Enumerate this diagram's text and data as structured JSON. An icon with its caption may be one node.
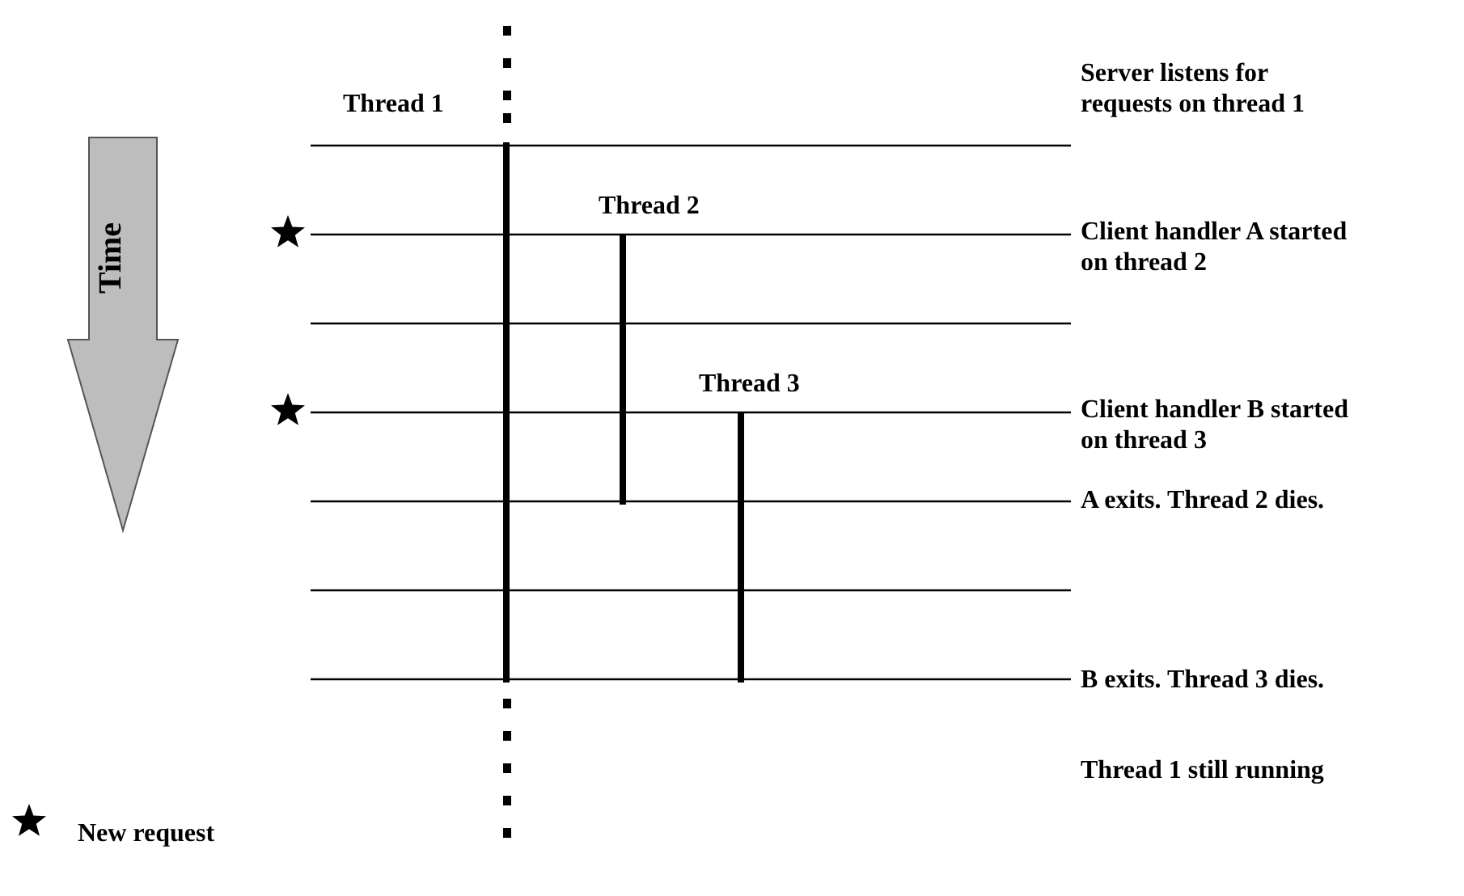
{
  "diagram": {
    "labels": [
      "Thread 1",
      "Server listens for requests on thread 1",
      "Thread 2",
      "Client handler A started on thread 2",
      "Time",
      "Thread 3",
      "Client handler B started on thread 3",
      "A exits. Thread 2 dies.",
      "B exits. Thread 3 dies.",
      "Thread 1 still running"
    ],
    "legend": [
      {
        "text": "New request"
      }
    ]
  }
}
